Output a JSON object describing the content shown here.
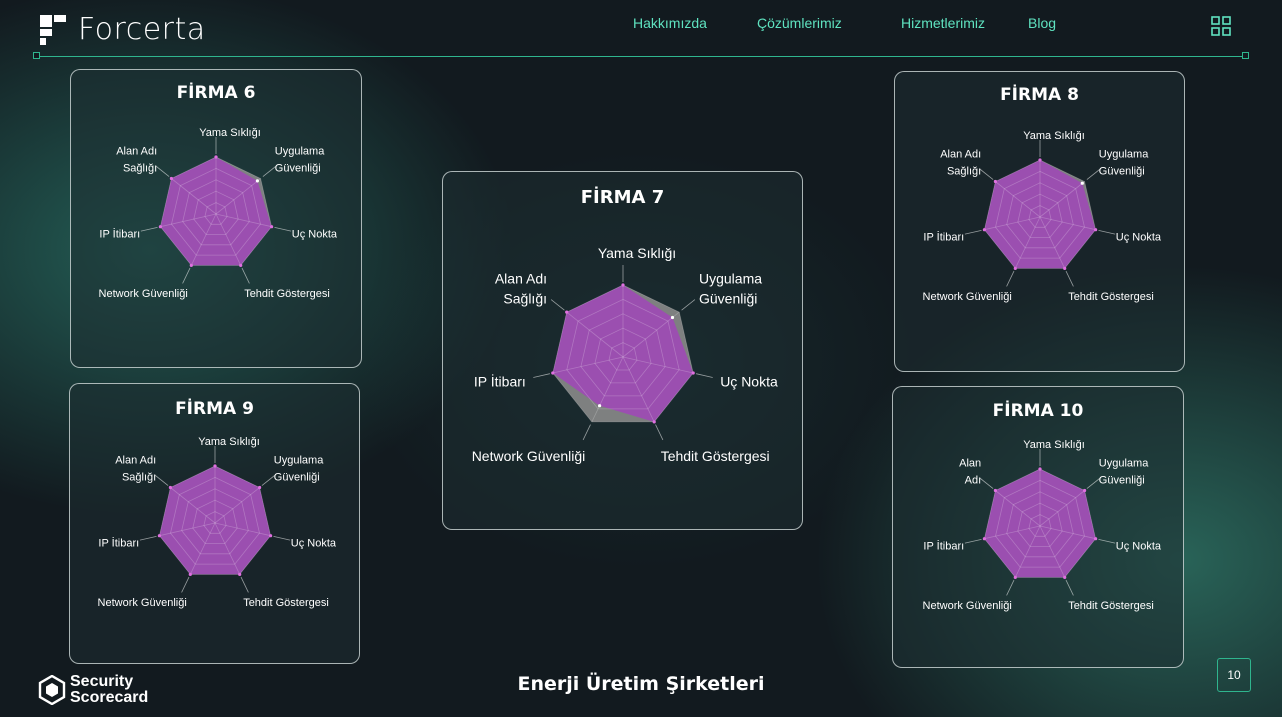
{
  "header": {
    "brand": "Forcerta",
    "nav": [
      "Hakkımızda",
      "Çözümlerimiz",
      "Hizmetlerimiz",
      "Blog"
    ]
  },
  "footer": {
    "title": "Enerji Üretim Şirketleri",
    "partner_line1": "Security",
    "partner_line2": "Scorecard",
    "page_number": "10"
  },
  "colors": {
    "accent": "#5fe3c0",
    "line": "#2fb58e",
    "radar_fill": "#9b4fb0",
    "radar_shadow": "#8a8a8a"
  },
  "chart_data": [
    {
      "type": "radar",
      "title": "FİRMA 6",
      "axes": [
        "Yama Sıklığı",
        "Uygulama Güvenliği",
        "Uç Nokta",
        "Tehdit Göstergesi",
        "Network Güvenliği",
        "IP İtibarı",
        "Alan Adı Sağlığı"
      ],
      "values": [
        100,
        93,
        100,
        100,
        100,
        100,
        100
      ],
      "reference": [
        100,
        100,
        100,
        100,
        100,
        100,
        100
      ],
      "rlim": [
        0,
        100
      ],
      "grid": true
    },
    {
      "type": "radar",
      "title": "FİRMA 7",
      "axes": [
        "Yama Sıklığı",
        "Uygulama Güvenliği",
        "Uç Nokta",
        "Tehdit Göstergesi",
        "Network Güvenliği",
        "IP İtibarı",
        "Alan Adı Sağlığı"
      ],
      "values": [
        100,
        88,
        100,
        100,
        75,
        100,
        100
      ],
      "reference": [
        100,
        100,
        100,
        100,
        100,
        100,
        100
      ],
      "rlim": [
        0,
        100
      ],
      "grid": true
    },
    {
      "type": "radar",
      "title": "FİRMA 8",
      "axes": [
        "Yama Sıklığı",
        "Uygulama Güvenliği",
        "Uç Nokta",
        "Tehdit Göstergesi",
        "Network Güvenliği",
        "IP İtibarı",
        "Alan Adı Sağlığı"
      ],
      "values": [
        100,
        95,
        100,
        100,
        100,
        100,
        100
      ],
      "reference": [
        100,
        100,
        100,
        100,
        100,
        100,
        100
      ],
      "rlim": [
        0,
        100
      ],
      "grid": true
    },
    {
      "type": "radar",
      "title": "FİRMA 9",
      "axes": [
        "Yama Sıklığı",
        "Uygulama Güvenliği",
        "Uç Nokta",
        "Tehdit Göstergesi",
        "Network Güvenliği",
        "IP İtibarı",
        "Alan Adı Sağlığı"
      ],
      "values": [
        100,
        100,
        100,
        100,
        100,
        100,
        100
      ],
      "reference": [
        100,
        100,
        100,
        100,
        100,
        100,
        100
      ],
      "rlim": [
        0,
        100
      ],
      "grid": true
    },
    {
      "type": "radar",
      "title": "FİRMA 10",
      "axes": [
        "Yama Sıklığı",
        "Uygulama Güvenliği",
        "Uç Nokta",
        "Tehdit Göstergesi",
        "Network Güvenliği",
        "IP İtibarı",
        "Alan Adı"
      ],
      "values": [
        100,
        100,
        100,
        100,
        100,
        100,
        100
      ],
      "reference": [
        100,
        100,
        100,
        100,
        100,
        100,
        100
      ],
      "rlim": [
        0,
        100
      ],
      "grid": true
    }
  ]
}
